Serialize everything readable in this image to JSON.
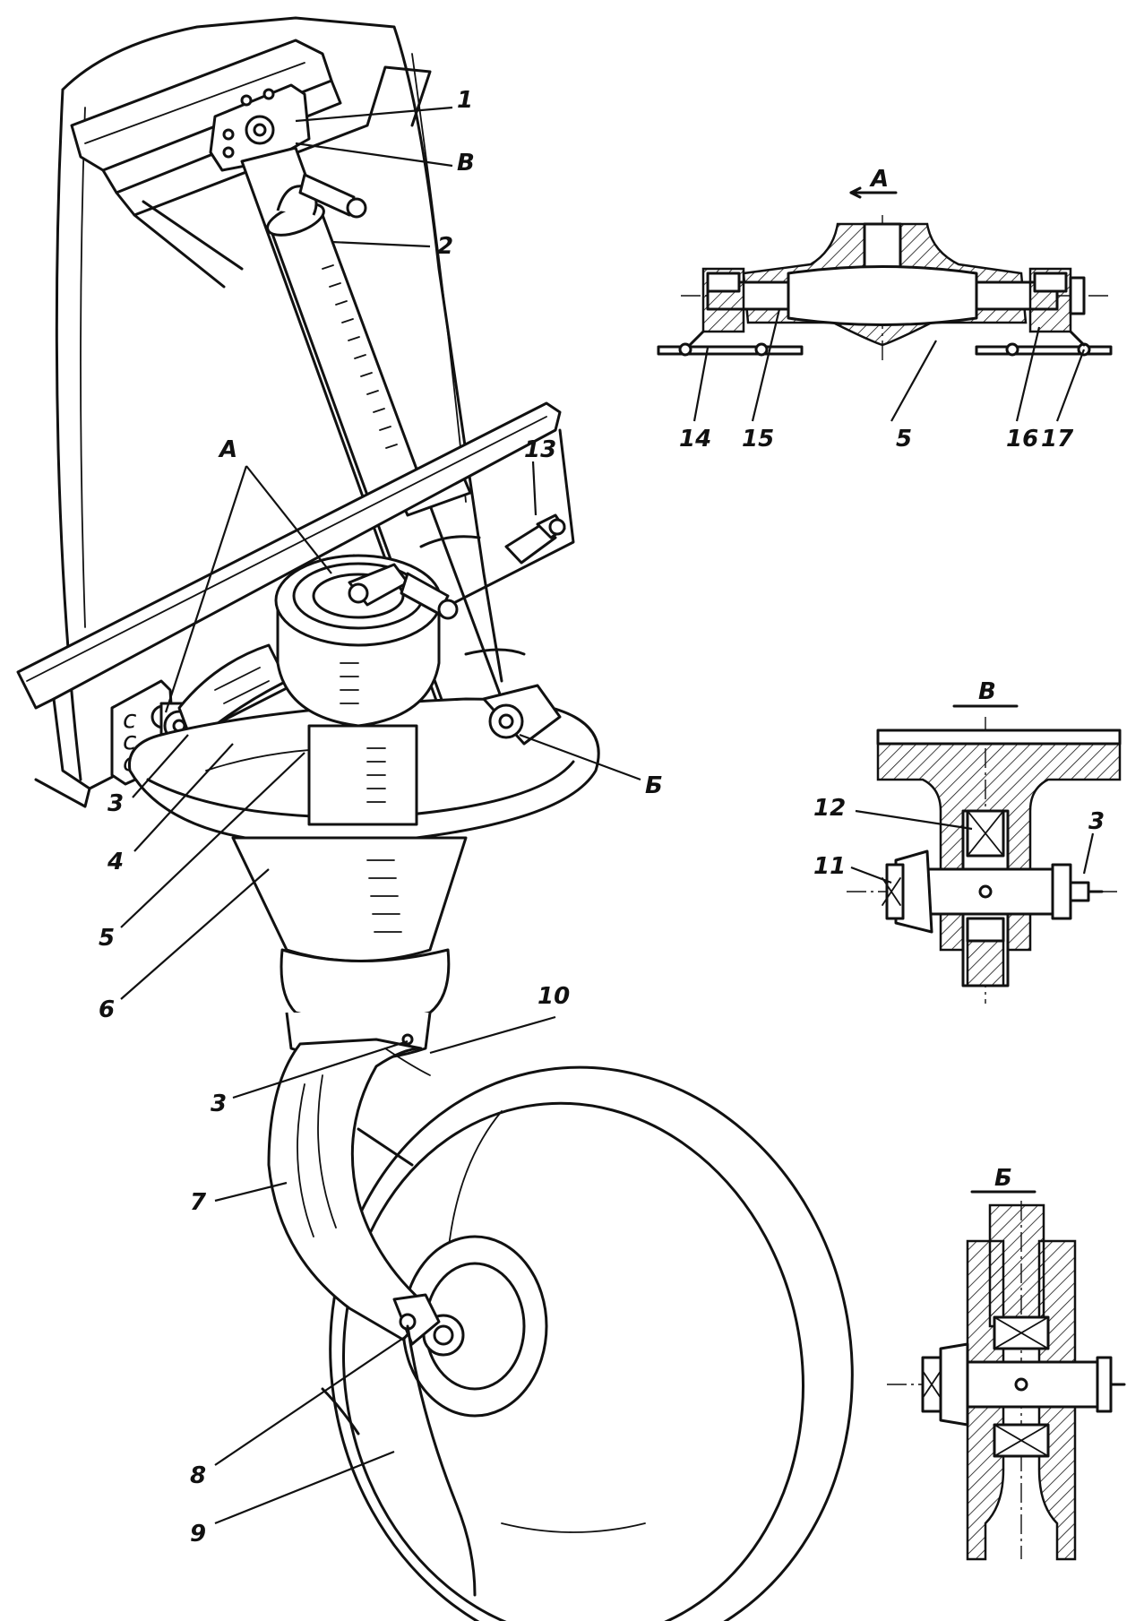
{
  "callouts": {
    "c1": "1",
    "cV_main": "В",
    "c2": "2",
    "cA_main": "А",
    "c13": "13",
    "cB_main": "Б",
    "c3_upper": "3",
    "c4": "4",
    "c5": "5",
    "c6": "6",
    "c10": "10",
    "c3_lower": "3",
    "c7": "7",
    "c8": "8",
    "c9": "9"
  },
  "section_A": {
    "title": "А",
    "labels": {
      "c14": "14",
      "c15": "15",
      "c5": "5",
      "c16": "16",
      "c17": "17"
    }
  },
  "section_V": {
    "title": "В",
    "labels": {
      "c12": "12",
      "c11": "11",
      "c3": "3"
    }
  },
  "section_B": {
    "title": "Б"
  }
}
